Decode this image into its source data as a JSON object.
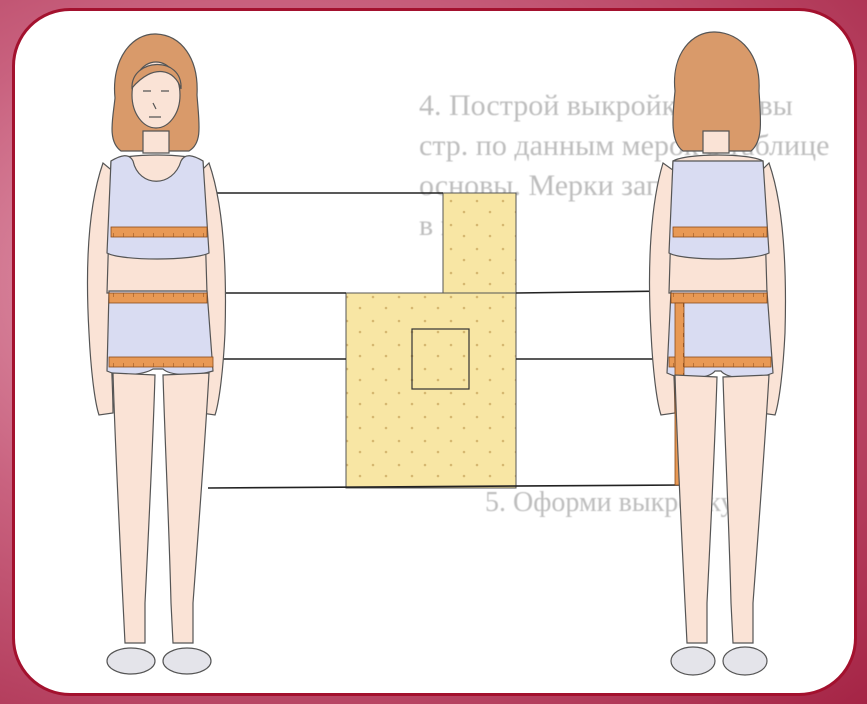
{
  "background_text": {
    "line1": "4. Построй выкройку основы",
    "line2": "стр. по данным мерок в таблице",
    "line3": "основы. Мерки записывают",
    "line4": "в пол",
    "line5": "5. Оформи выкройку"
  },
  "figures": {
    "front": "girl-front-view",
    "back": "girl-back-view"
  },
  "colors": {
    "frame": "#b32a4b",
    "border": "#a3112e",
    "pattern_fill": "#f8e6a4",
    "garment": "#d9dcf2",
    "tape": "#e89955",
    "skin": "#fae3d6",
    "hair": "#d99a6a"
  }
}
